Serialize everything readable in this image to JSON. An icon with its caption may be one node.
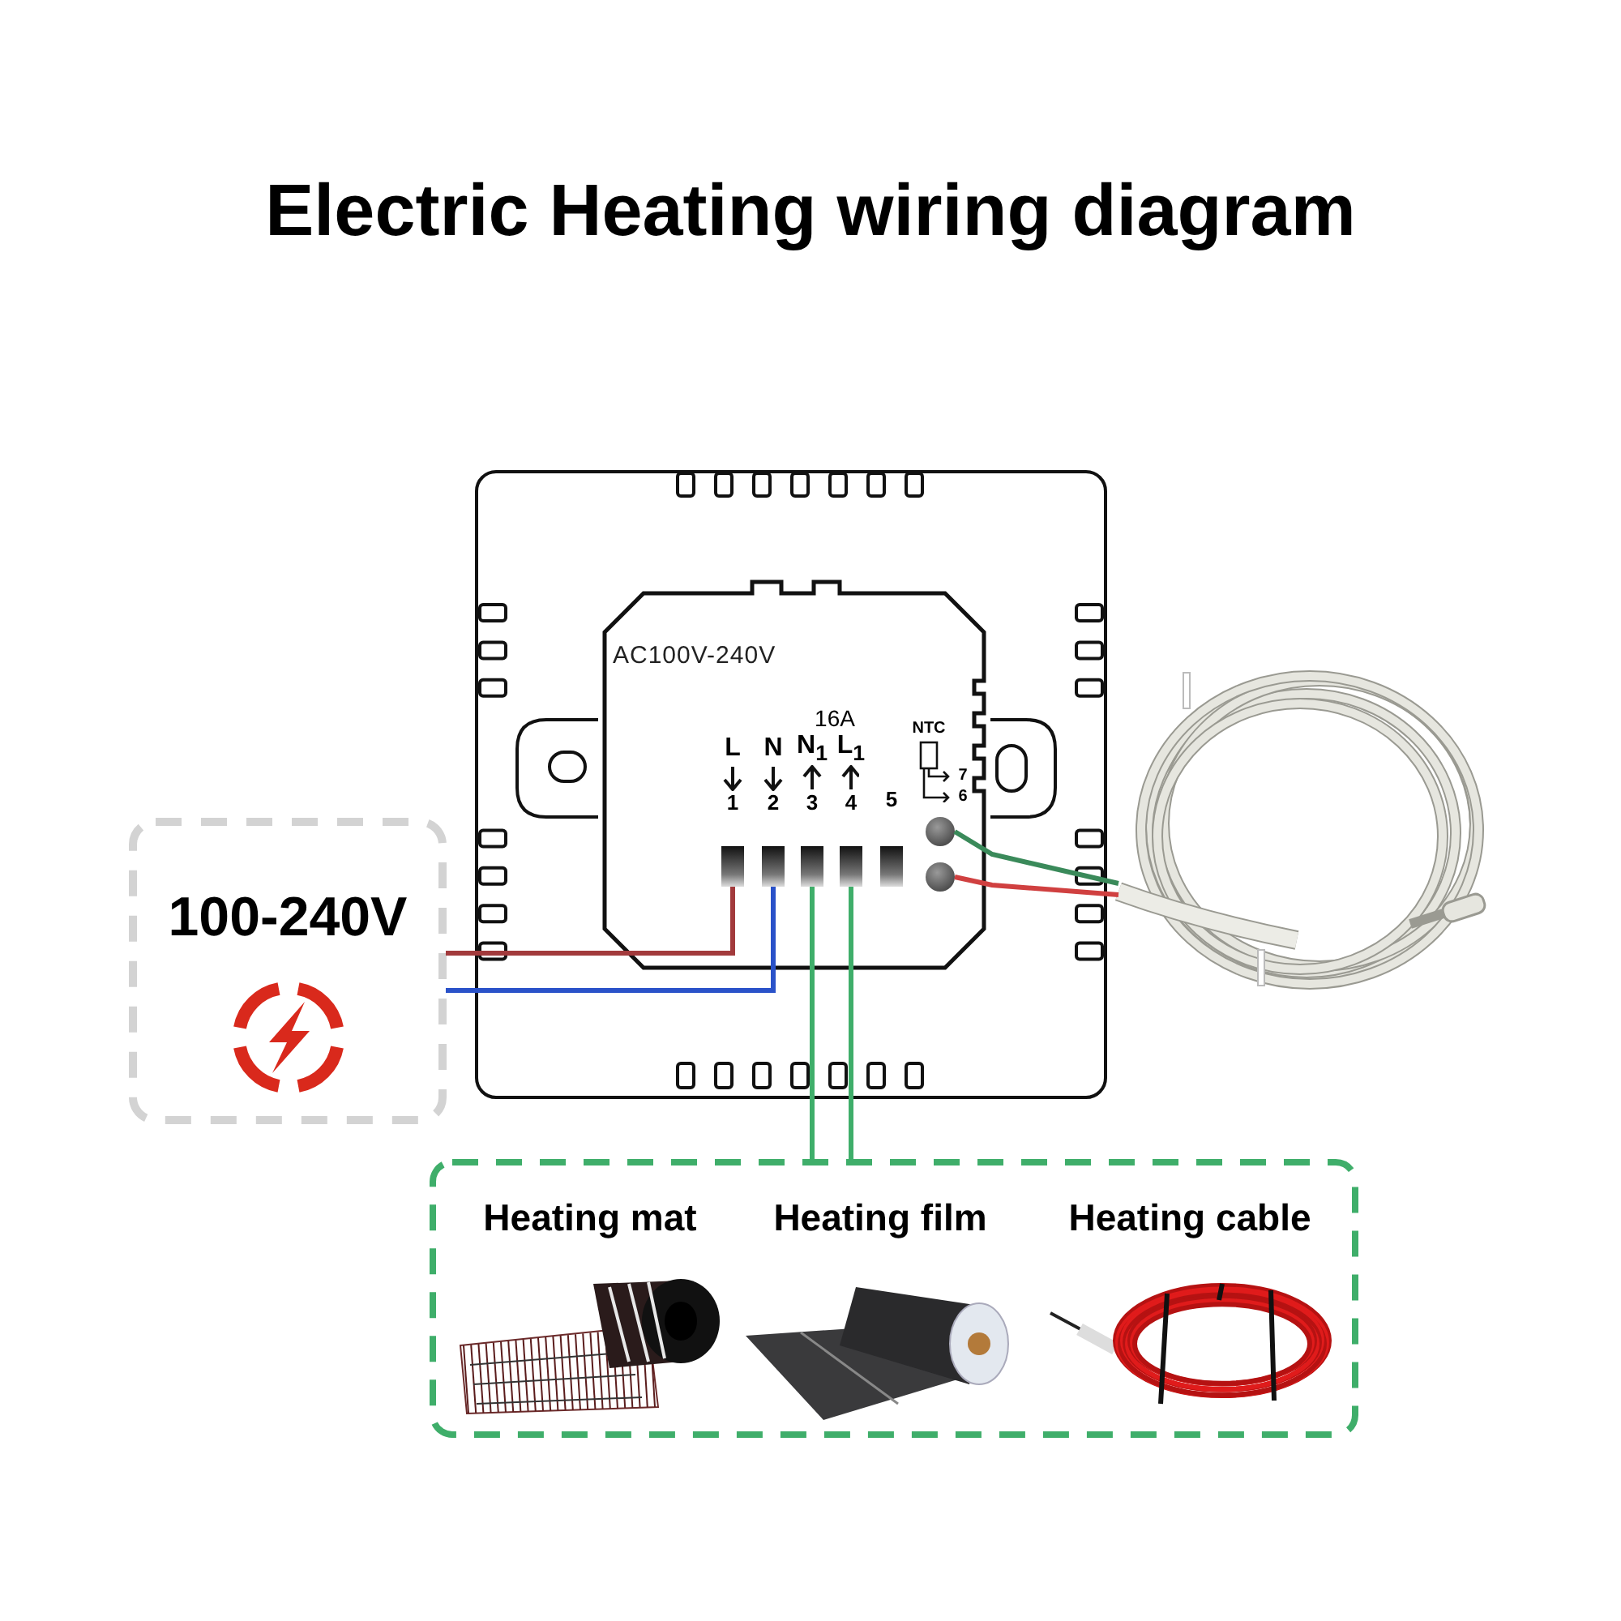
{
  "diagram": {
    "title": "Electric Heating wiring diagram",
    "nodes": [
      {
        "text": [
          "100-240V"
        ]
      },
      {
        "text": [],
        "shape": "box"
      },
      {
        "text": [
          "AC100V-240V"
        ],
        "in": 1
      },
      {
        "text": [],
        "shape": "box",
        "in": 2
      },
      {
        "text": [],
        "shape": "box",
        "in": 2
      },
      {
        "text": [],
        "shape": "box",
        "in": 2
      },
      {
        "text": [],
        "shape": "box",
        "in": 2
      },
      {
        "text": [],
        "shape": "box",
        "in": 2
      },
      {
        "text": [],
        "shape": "circle",
        "in": 2
      },
      {
        "text": [],
        "shape": "circle",
        "in": 2
      },
      {
        "text": [],
        "shape": "picture"
      },
      {
        "text": [],
        "shape": "box"
      },
      {
        "text": [
          "Heating mat"
        ],
        "in": 11
      },
      {
        "text": [
          "Heating film"
        ],
        "in": 11
      },
      {
        "text": [
          "Heating cable"
        ],
        "in": 11
      }
    ],
    "edges": [
      {
        "from": 0,
        "to": 3,
        "arrow": "none",
        "color": "#a23a3c"
      },
      {
        "from": 0,
        "to": 4,
        "arrow": "none",
        "color": "#2a52c9"
      },
      {
        "from": 5,
        "to": 11,
        "arrow": "none",
        "color": "#3fae6a"
      },
      {
        "from": 6,
        "to": 11,
        "arrow": "none",
        "color": "#3fae6a"
      },
      {
        "from": 10,
        "to": 8,
        "arrow": "none",
        "color": "#3a8a5a"
      },
      {
        "from": 10,
        "to": 9,
        "arrow": "none",
        "color": "#d04040"
      }
    ],
    "labels": [
      "16A",
      "L",
      "N",
      "N$_{1}$",
      "L$_{1}$",
      "1",
      "2",
      "3",
      "4",
      "5",
      "NTC",
      "7",
      "6"
    ]
  }
}
